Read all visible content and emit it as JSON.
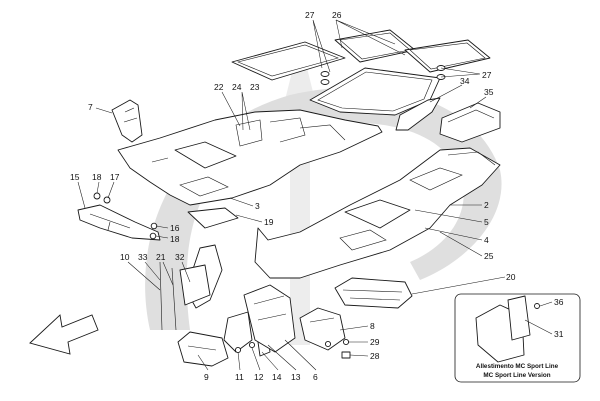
{
  "colors": {
    "watermark": "#d9d9d9",
    "line": "#1a1a1a",
    "background": "#ffffff"
  },
  "callouts": {
    "c1": "27",
    "c2": "26",
    "c3": "27",
    "c4": "7",
    "c5": "22",
    "c6": "24",
    "c7": "23",
    "c8": "34",
    "c9": "35",
    "c10": "15",
    "c11": "18",
    "c12": "17",
    "c13": "3",
    "c14": "19",
    "c15": "16",
    "c16": "18",
    "c17": "2",
    "c18": "5",
    "c19": "4",
    "c20": "25",
    "c21": "10",
    "c22": "33",
    "c23": "21",
    "c24": "32",
    "c25": "20",
    "c26": "8",
    "c27": "29",
    "c28": "28",
    "c29": "9",
    "c30": "11",
    "c31": "12",
    "c32": "14",
    "c33": "13",
    "c34": "6",
    "c35": "36",
    "c36": "31"
  },
  "inset": {
    "line1": "Allestimento MC Sport Line",
    "line2": "MC Sport Line Version"
  }
}
